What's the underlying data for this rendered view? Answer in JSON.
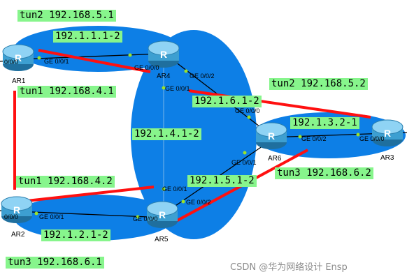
{
  "routers": [
    {
      "id": "AR1",
      "label": "AR1"
    },
    {
      "id": "AR2",
      "label": "AR2"
    },
    {
      "id": "AR3",
      "label": "AR3"
    },
    {
      "id": "AR4",
      "label": "AR4"
    },
    {
      "id": "AR5",
      "label": "AR5"
    },
    {
      "id": "AR6",
      "label": "AR6"
    }
  ],
  "router_glyph": "R",
  "networks": {
    "ar1_ar4": "192.1.1.1-2",
    "ar2_ar5": "192.1.2.1-2",
    "ar6_ar3": "192.1.3.2-1",
    "ar4_ar5": "192.1.4.1-2",
    "ar5_ar6": "192.1.5.1-2",
    "ar4_ar6": "192.1.6.1-2"
  },
  "tunnels": {
    "tun2_ar1": "tun2 192.168.5.1",
    "tun1_ar1": "tun1 192.168.4.1",
    "tun2_ar3": "tun2 192.168.5.2",
    "tun1_ar2": "tun1 192.168.4.2",
    "tun3_ar6": "tun3 192.168.6.2",
    "tun3_ar2": "tun3 192.168.6.1"
  },
  "ports": {
    "ar1_left": "0/0/0",
    "ar1_right": "GE 0/0/1",
    "ar4_left": "GE 0/0/0",
    "ar4_down": "GE 0/0/1",
    "ar4_right": "GE 0/0/2",
    "ar6_up": "GE 0/0/0",
    "ar6_right": "GE 0/0/2",
    "ar6_down": "GE 0/0/1",
    "ar3_left": "GE 0/0/0",
    "ar2_left": "0/0/0",
    "ar2_right": "GE 0/0/1",
    "ar5_left": "GE 0/0/0",
    "ar5_up": "GE 0/0/1",
    "ar5_right": "GE 0/0/2"
  },
  "watermark": "CSDN @华为网络设计 Ensp",
  "colors": {
    "area": "#0d7fe6",
    "tunnel": "#ff1010",
    "label_bg": "#87f58c",
    "link": "#000000",
    "router_body": "#3d9fd1"
  }
}
